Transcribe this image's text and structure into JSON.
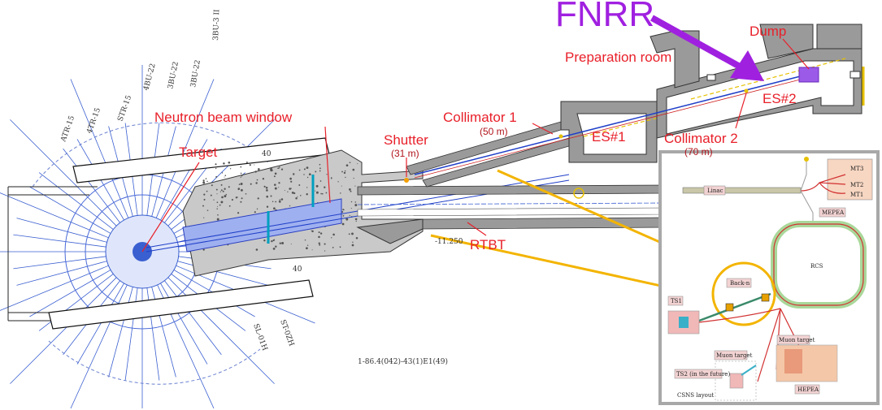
{
  "colors": {
    "label_red": "#e8202a",
    "fnrr_purple": "#a020e0",
    "highlight_yellow": "#f3b400",
    "beam_blue": "#1f3fc8",
    "ring_green": "#6cbf5c"
  },
  "labels": {
    "fnrr": "FNRR",
    "dump": "Dump",
    "preparation_room": "Preparation room",
    "es2": "ES#2",
    "collimator1": "Collimator 1",
    "collimator1_dist": "(50 m)",
    "es1": "ES#1",
    "collimator2": "Collimator 2",
    "collimator2_dist": "(70 m)",
    "neutron_beam_window": "Neutron beam window",
    "shutter": "Shutter",
    "shutter_dist": "(31 m)",
    "target": "Target",
    "rtbt": "RTBT"
  },
  "drawing_marks": {
    "num_40_a": "40",
    "num_40_b": "40",
    "elev": "-11.250",
    "tag_a": "ATR-15",
    "tag_b": "4TR-15",
    "tag_c": "STR-15",
    "tag_d": "3BU-22",
    "tag_e": "4BU-22",
    "tag_f": "3BU-3 II",
    "tag_g": "3BU-22",
    "tag_h": "ST-0ZH",
    "tag_i": "SL-01H",
    "ref": "1-86.4(042)-43(1)E1(49)"
  },
  "inset": {
    "linac": "Linac",
    "mepea": "MEPEA",
    "mt1": "MT1",
    "mt2": "MT2",
    "mt3": "MT3",
    "rcs": "RCS",
    "back_n": "Back-n",
    "ts1": "TS1",
    "muon_target_right": "Muon target",
    "muon_target_left": "Muon target",
    "hepea": "HEPEA",
    "ts2": "TS2 (in the future)",
    "csns_layout": "CSNS layout"
  }
}
